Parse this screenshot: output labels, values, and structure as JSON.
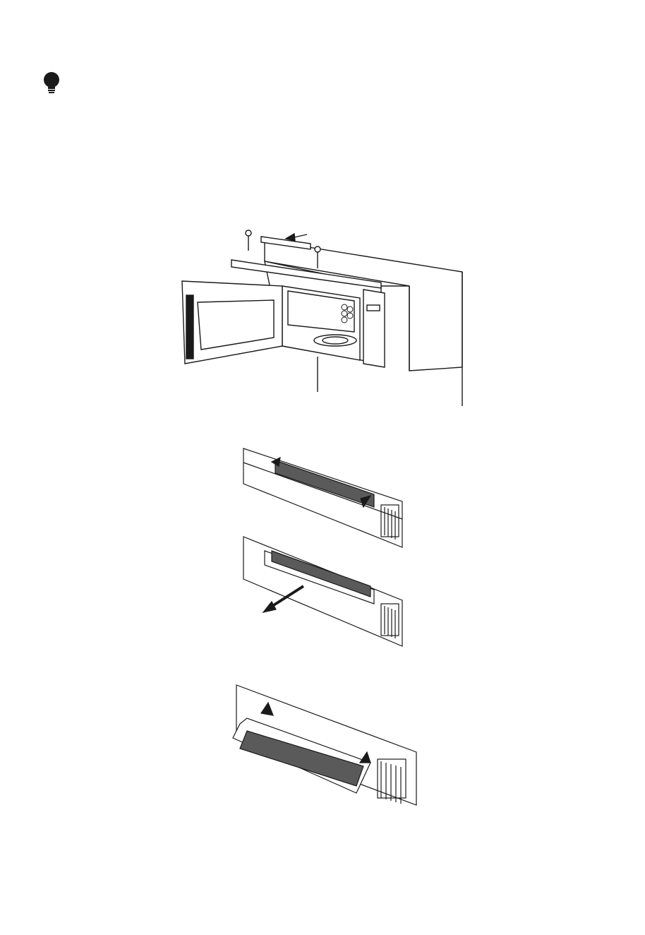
{
  "page": {
    "tip_icon": "lightbulb-icon",
    "illustrations": [
      {
        "name": "microwave-vent-grille-removal",
        "icon": "microwave-illustration"
      },
      {
        "name": "filter-in-place",
        "icon": "filter-illustration"
      },
      {
        "name": "filter-pull-out",
        "icon": "filter-illustration"
      },
      {
        "name": "filter-insert",
        "icon": "filter-illustration"
      }
    ],
    "colors": {
      "line": "#1a1a1a",
      "filter_fill": "#5a5a5a",
      "panel_fill": "#ffffff"
    }
  }
}
